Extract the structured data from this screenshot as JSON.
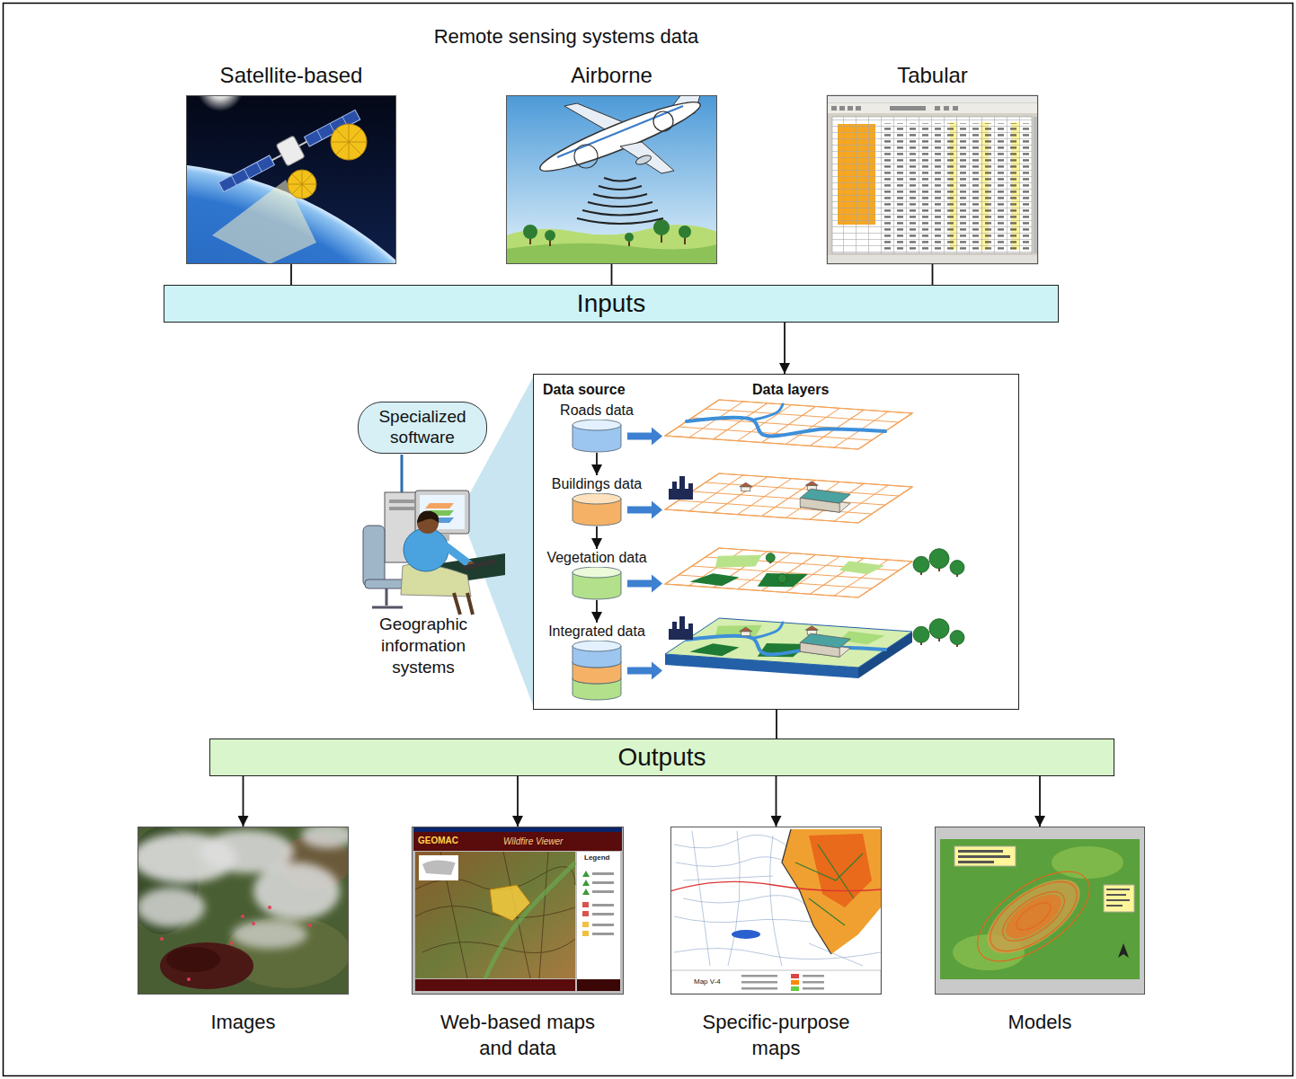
{
  "diagram": {
    "title": "Remote sensing systems data",
    "nodes": [
      {
        "text": [
          "Satellite-based"
        ]
      },
      {
        "text": [
          "Airborne"
        ]
      },
      {
        "text": [
          "Tabular"
        ]
      },
      {
        "text": [
          "Inputs"
        ]
      },
      {
        "text": [
          "Specialized software"
        ]
      },
      {
        "text": [
          "Data source",
          "Data layers"
        ]
      },
      {
        "text": [
          "Roads data"
        ],
        "in": 5
      },
      {
        "text": [
          "Buildings data"
        ],
        "in": 5
      },
      {
        "text": [
          "Vegetation data"
        ],
        "in": 5
      },
      {
        "text": [
          "Integrated data"
        ],
        "in": 5
      },
      {
        "text": [
          "Outputs"
        ]
      },
      {
        "text": [
          "Images"
        ]
      },
      {
        "text": [
          "Web-based maps and data"
        ]
      },
      {
        "text": [
          "Specific-purpose maps"
        ]
      },
      {
        "text": [
          "Models"
        ]
      }
    ],
    "edges": [
      {
        "from": 0,
        "to": 3,
        "arrow": "none"
      },
      {
        "from": 1,
        "to": 3,
        "arrow": "none"
      },
      {
        "from": 2,
        "to": 3,
        "arrow": "none"
      },
      {
        "from": 3,
        "to": 5,
        "arrow": "to"
      },
      {
        "from": 6,
        "to": 7,
        "arrow": "to"
      },
      {
        "from": 7,
        "to": 8,
        "arrow": "to"
      },
      {
        "from": 8,
        "to": 9,
        "arrow": "to"
      },
      {
        "from": 5,
        "to": 10,
        "arrow": "none"
      },
      {
        "from": 10,
        "to": 11,
        "arrow": "to"
      },
      {
        "from": 10,
        "to": 12,
        "arrow": "to"
      },
      {
        "from": 10,
        "to": 13,
        "arrow": "to"
      },
      {
        "from": 10,
        "to": 14,
        "arrow": "to"
      }
    ],
    "labels": [
      "Geographic information systems",
      "GEOMAC",
      "Wildfire Viewer",
      "Legend",
      "Map V-4"
    ]
  }
}
